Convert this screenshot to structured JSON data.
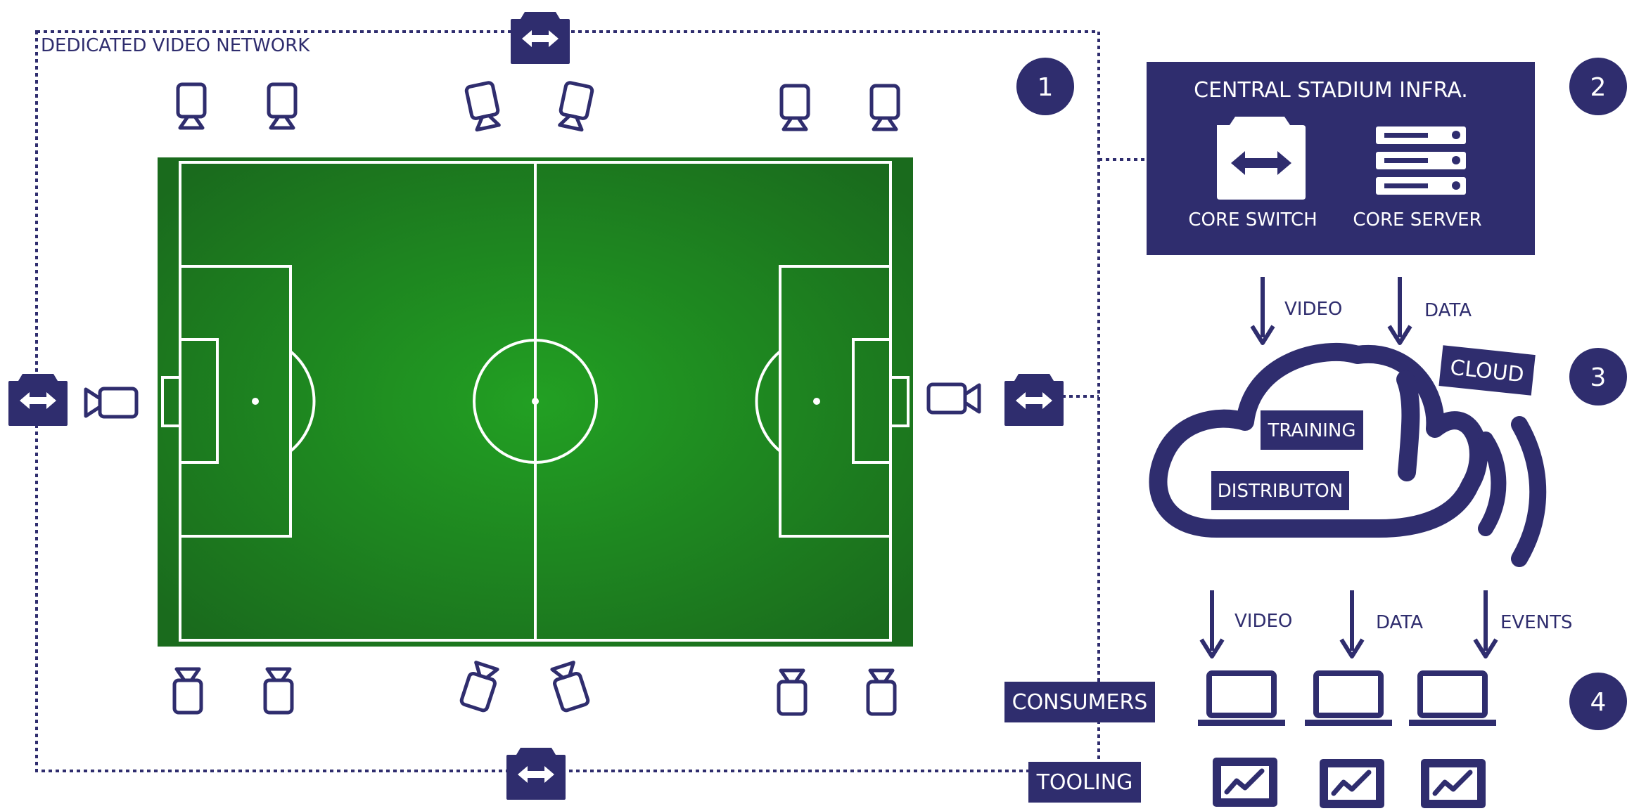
{
  "network_label": "DEDICATED VIDEO NETWORK",
  "steps": [
    "1",
    "2",
    "3",
    "4"
  ],
  "central": {
    "title": "CENTRAL STADIUM INFRA.",
    "switch_label": "CORE SWITCH",
    "server_label": "CORE SERVER"
  },
  "flow_top": {
    "video": "VIDEO",
    "data": "DATA"
  },
  "cloud": {
    "label": "CLOUD",
    "training": "TRAINING",
    "distribution": "DISTRIBUTON"
  },
  "flow_bottom": {
    "video": "VIDEO",
    "data": "DATA",
    "events": "EVENTS"
  },
  "consumers_label": "CONSUMERS",
  "tooling_label": "TOOLING",
  "colors": {
    "navy": "#2f2d6e",
    "pitch_dark": "#1a6b1d",
    "pitch_light": "#22a023",
    "line": "#ffffff"
  }
}
